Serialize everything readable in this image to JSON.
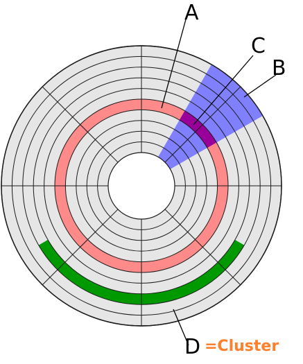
{
  "disk": {
    "track_count": 10,
    "sector_count": 8,
    "platter_color": "#e6e6e6",
    "line_color": "#1a1a1a",
    "track_color": "#ff8a8a",
    "sector_color": "#8080ff",
    "track_sector_color": "#990099",
    "cluster_color": "#009900"
  },
  "labels": {
    "a": "A",
    "b": "B",
    "c": "C",
    "d": "D",
    "d_note": "=Cluster",
    "d_note_color": "#ff7f2a"
  }
}
